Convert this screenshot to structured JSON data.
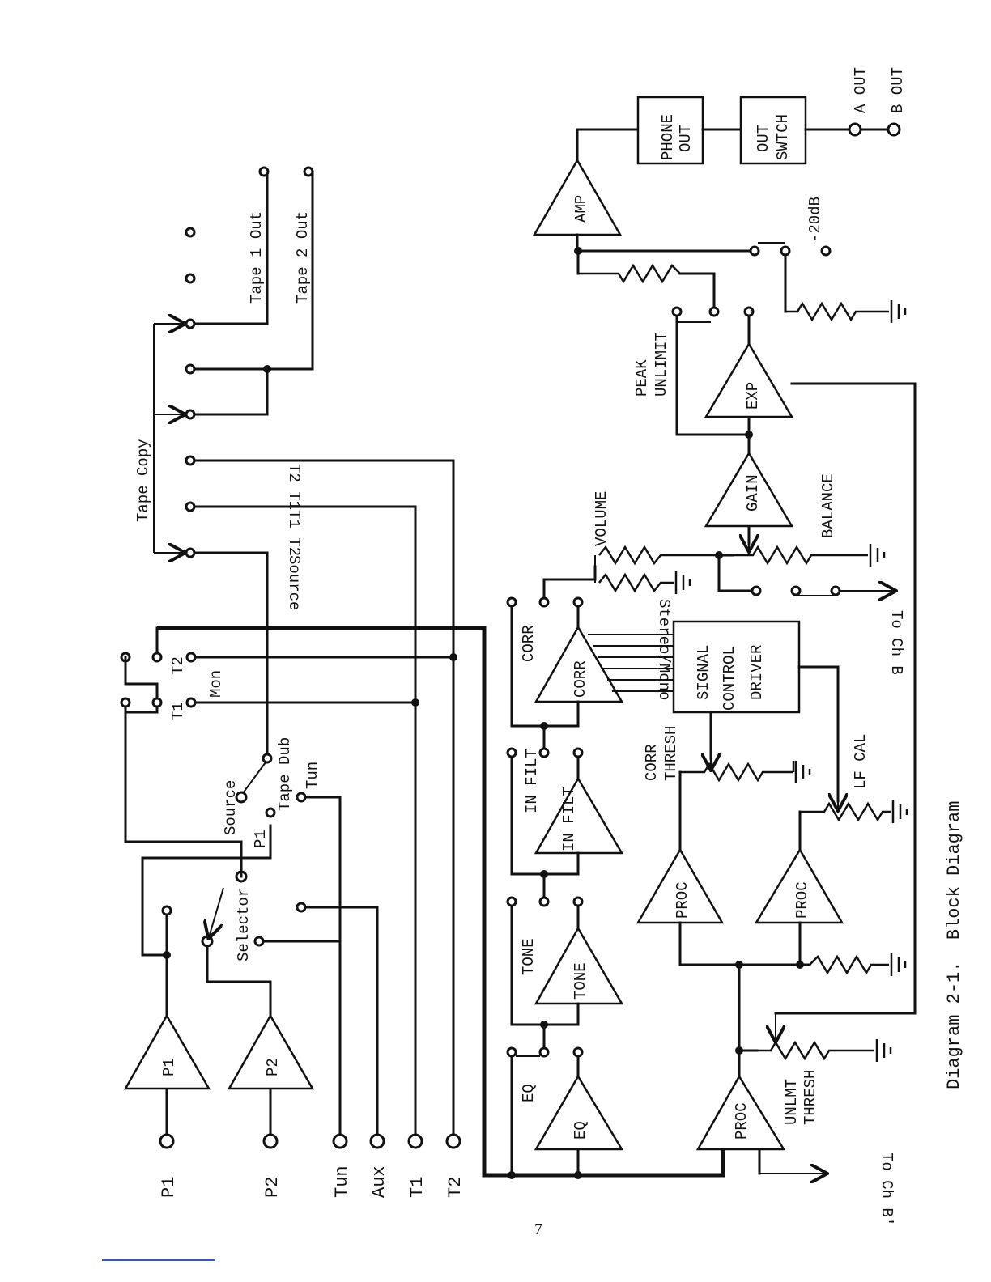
{
  "caption": "Diagram 2-1.  Block Diagram",
  "page_number": "7",
  "labels": {
    "inputs": [
      "P1",
      "P2",
      "Tun",
      "Aux",
      "T1",
      "T2"
    ],
    "preamp_p1": "P1",
    "preamp_p2": "P2",
    "selector": "Selector",
    "source": "Source",
    "tape_dub": "Tape Dub",
    "dub_p1": "P1",
    "dub_tun": "Tun",
    "mon": "Mon",
    "mon_t1": "T1",
    "mon_t2": "T2",
    "tape_copy": "Tape Copy",
    "copy_source": "Source",
    "copy_t1t2": "T1  T2",
    "copy_t2t1": "T2  T1",
    "tape1_out": "Tape 1 Out",
    "tape2_out": "Tape 2 Out",
    "eq": "EQ",
    "tone": "TONE",
    "in_filt": "IN FILT",
    "corr": "CORR",
    "proc": "PROC",
    "gain": "GAIN",
    "exp": "EXP",
    "amp": "AMP",
    "signal_control_driver": [
      "SIGNAL",
      "CONTROL",
      "DRIVER"
    ],
    "phone_out": [
      "PHONE",
      "OUT"
    ],
    "out_swtch": [
      "OUT",
      "SWTCH"
    ],
    "a_out": "A OUT",
    "b_out": "B OUT",
    "volume": "VOLUME",
    "balance": "BALANCE",
    "stereo_mono": "Stereo/Mono",
    "to_ch_b_top": "To Ch B",
    "to_ch_b_bottom": "To Ch B'",
    "corr_thresh": [
      "CORR",
      "THRESH"
    ],
    "lf_cal": "LF CAL",
    "unlmt_thresh": [
      "UNLMT",
      "THRESH"
    ],
    "peak_unlimit": [
      "PEAK",
      "UNLIMIT"
    ],
    "minus20db": "-20dB"
  }
}
